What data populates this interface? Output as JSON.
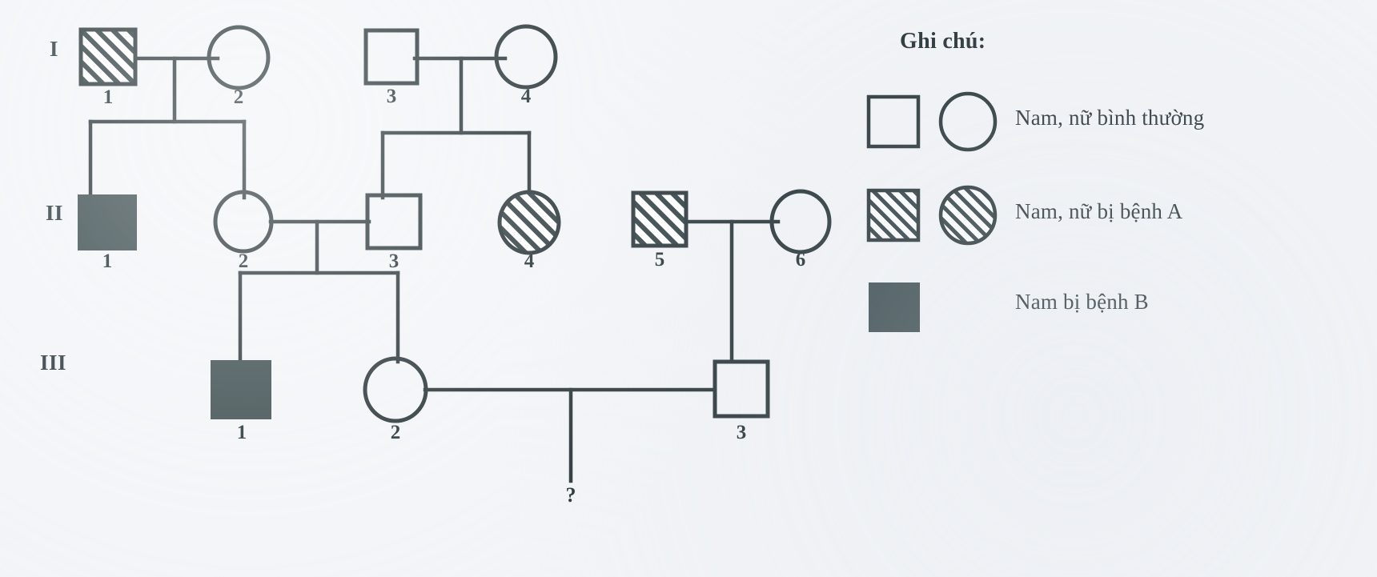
{
  "diagram": {
    "kind": "pedigree-chart",
    "background_color": "#f2f4f7",
    "line_color": "#243034",
    "fill_disease_b_color": "#36474a",
    "generations": [
      {
        "label": "I"
      },
      {
        "label": "II"
      },
      {
        "label": "III"
      }
    ],
    "individuals": [
      {
        "id": "I-1",
        "number": "1",
        "sex": "male",
        "shape": "square",
        "status": "hatched",
        "meaning": "benh-A"
      },
      {
        "id": "I-2",
        "number": "2",
        "sex": "female",
        "shape": "circle",
        "status": "empty",
        "meaning": "binh-thuong"
      },
      {
        "id": "I-3",
        "number": "3",
        "sex": "male",
        "shape": "square",
        "status": "empty",
        "meaning": "binh-thuong"
      },
      {
        "id": "I-4",
        "number": "4",
        "sex": "female",
        "shape": "circle",
        "status": "empty",
        "meaning": "binh-thuong"
      },
      {
        "id": "II-1",
        "number": "1",
        "sex": "male",
        "shape": "square",
        "status": "filled",
        "meaning": "benh-B"
      },
      {
        "id": "II-2",
        "number": "2",
        "sex": "female",
        "shape": "circle",
        "status": "empty",
        "meaning": "binh-thuong"
      },
      {
        "id": "II-3",
        "number": "3",
        "sex": "male",
        "shape": "square",
        "status": "empty",
        "meaning": "binh-thuong"
      },
      {
        "id": "II-4",
        "number": "4",
        "sex": "female",
        "shape": "circle",
        "status": "hatched",
        "meaning": "benh-A"
      },
      {
        "id": "II-5",
        "number": "5",
        "sex": "male",
        "shape": "square",
        "status": "hatched",
        "meaning": "benh-A"
      },
      {
        "id": "II-6",
        "number": "6",
        "sex": "female",
        "shape": "circle",
        "status": "empty",
        "meaning": "binh-thuong"
      },
      {
        "id": "III-1",
        "number": "1",
        "sex": "male",
        "shape": "square",
        "status": "filled",
        "meaning": "benh-B"
      },
      {
        "id": "III-2",
        "number": "2",
        "sex": "female",
        "shape": "circle",
        "status": "empty",
        "meaning": "binh-thuong"
      },
      {
        "id": "III-3",
        "number": "3",
        "sex": "male",
        "shape": "square",
        "status": "empty",
        "meaning": "binh-thuong"
      }
    ],
    "unknown_offspring_marker": "?"
  },
  "legend": {
    "title": "Ghi chú:",
    "rows": [
      {
        "key": "normal",
        "text": "Nam, nữ bình thường",
        "symbols": [
          "square-empty",
          "circle-empty"
        ]
      },
      {
        "key": "disease_a",
        "text": "Nam, nữ bị bệnh A",
        "symbols": [
          "square-hatched",
          "circle-hatched"
        ]
      },
      {
        "key": "disease_b",
        "text": "Nam bị bệnh B",
        "symbols": [
          "square-filled"
        ]
      }
    ]
  }
}
